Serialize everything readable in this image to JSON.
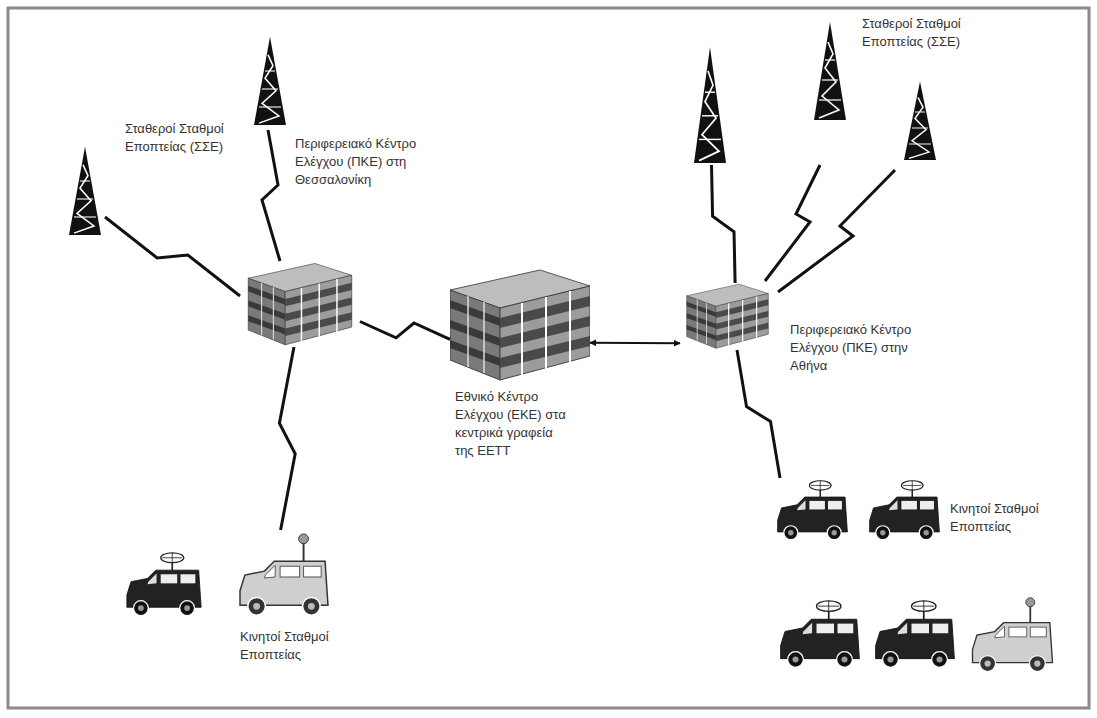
{
  "diagram": {
    "nodes": [
      {
        "text": [
          "Σταθεροί Σταθμοί Εποπτείας (ΣΣΕ)"
        ]
      },
      {
        "text": [
          "Περιφερειακό Κέντρο Ελέγχου (ΠΚΕ) στη Θεσσαλονίκη"
        ]
      },
      {
        "text": [
          "Εθνικό Κέντρο Ελέγχου (ΕΚΕ) στα κεντρικά γραφεία της ΕΕΤΤ"
        ]
      },
      {
        "text": [
          "Περιφερειακό Κέντρο Ελέγχου (ΠΚΕ) στην Αθήνα"
        ]
      },
      {
        "text": [
          "Σταθεροί Σταθμοί Εποπτείας (ΣΣΕ)"
        ]
      },
      {
        "text": [
          "Κινητοί Σταθμοί Εποπτείας"
        ]
      },
      {
        "text": [
          "Κινητοί Σταθμοί Εποπτείας"
        ]
      }
    ],
    "edges": [
      {
        "from": 0,
        "to": 1,
        "arrow": "none"
      },
      {
        "from": 1,
        "to": 2,
        "arrow": "none"
      },
      {
        "from": 2,
        "to": 3,
        "arrow": "both"
      },
      {
        "from": 4,
        "to": 3,
        "arrow": "none"
      },
      {
        "from": 1,
        "to": 5,
        "arrow": "none"
      },
      {
        "from": 3,
        "to": 6,
        "arrow": "none"
      }
    ]
  }
}
